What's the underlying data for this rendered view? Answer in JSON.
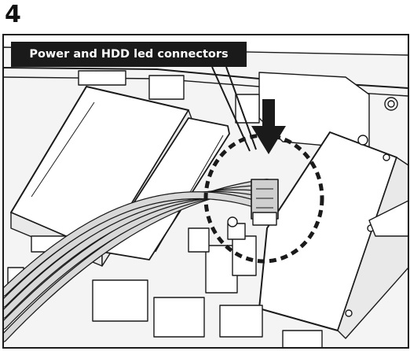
{
  "step": {
    "number": "4"
  },
  "callout": {
    "text": "Power and HDD led connectors"
  },
  "colors": {
    "ink": "#1a1a1a",
    "paper": "#ffffff",
    "cable": "#d8d8d8",
    "shade": "#e9e9e9"
  },
  "icons": {
    "pointer": "down-arrow-icon",
    "highlight": "dashed-circle-highlight"
  }
}
